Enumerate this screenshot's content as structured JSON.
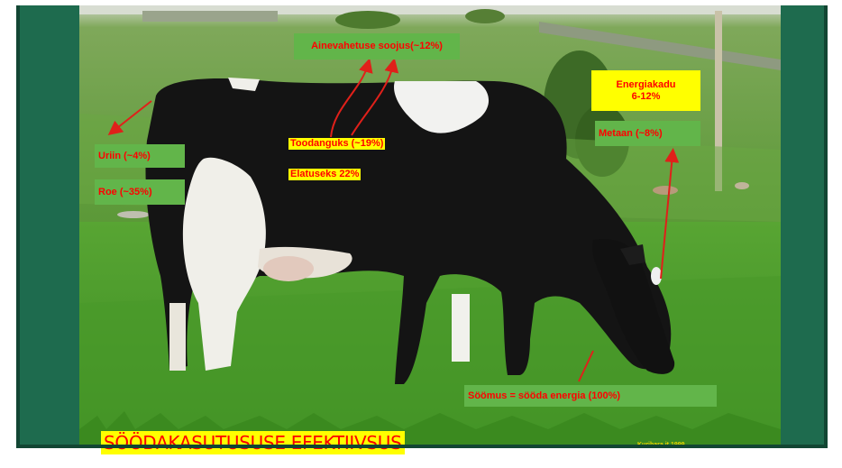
{
  "slide": {
    "title": "SÖÖDAKASUTUSUSE EFEKTIIVSUS",
    "source": "Kurihara jt 1999"
  },
  "labels": {
    "ainevahetus": "Ainevahetuse soojus(~12%)",
    "uriin": "Uriin (~4%)",
    "roe": "Roe (~35%)",
    "toodanguks": "Toodanguks (~19%)",
    "elatuseks": "Elatuseks 22%",
    "energiakadu_line1": "Energiakadu",
    "energiakadu_line2": "6-12%",
    "metaan": "Metaan (~8%)",
    "soomus": "Söömus = sööda energia (100%)"
  },
  "colors": {
    "frame_green": "#1e6b4e",
    "label_green": "#62b54a",
    "highlight_yellow": "#ffff00",
    "text_red": "#ff0000",
    "arrow_red": "#e0201a"
  },
  "image": {
    "subject": "black-and-white holstein cow grazing on grass"
  }
}
